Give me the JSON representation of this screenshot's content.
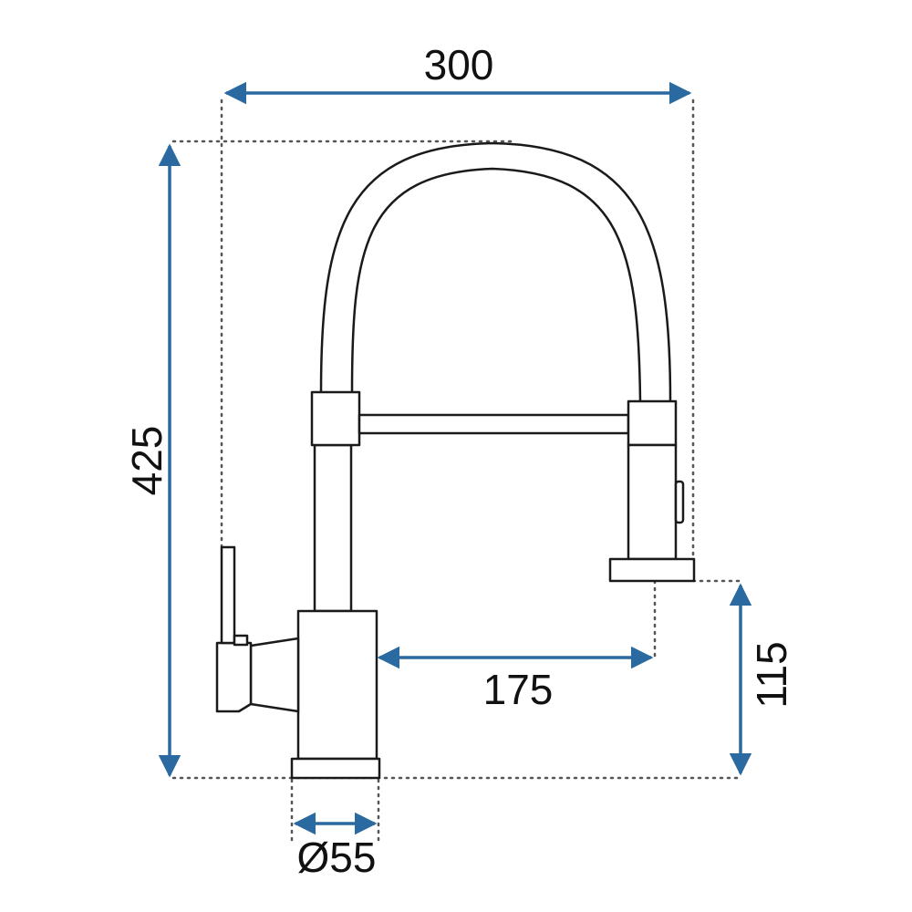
{
  "dimensions": {
    "width_total": "300",
    "height_total": "425",
    "spout_reach": "175",
    "spout_height": "115",
    "base_diameter": "Ø55"
  },
  "colors": {
    "dimension_line": "#2a6aa0",
    "outline": "#1a1a1a",
    "guide": "#555555"
  }
}
